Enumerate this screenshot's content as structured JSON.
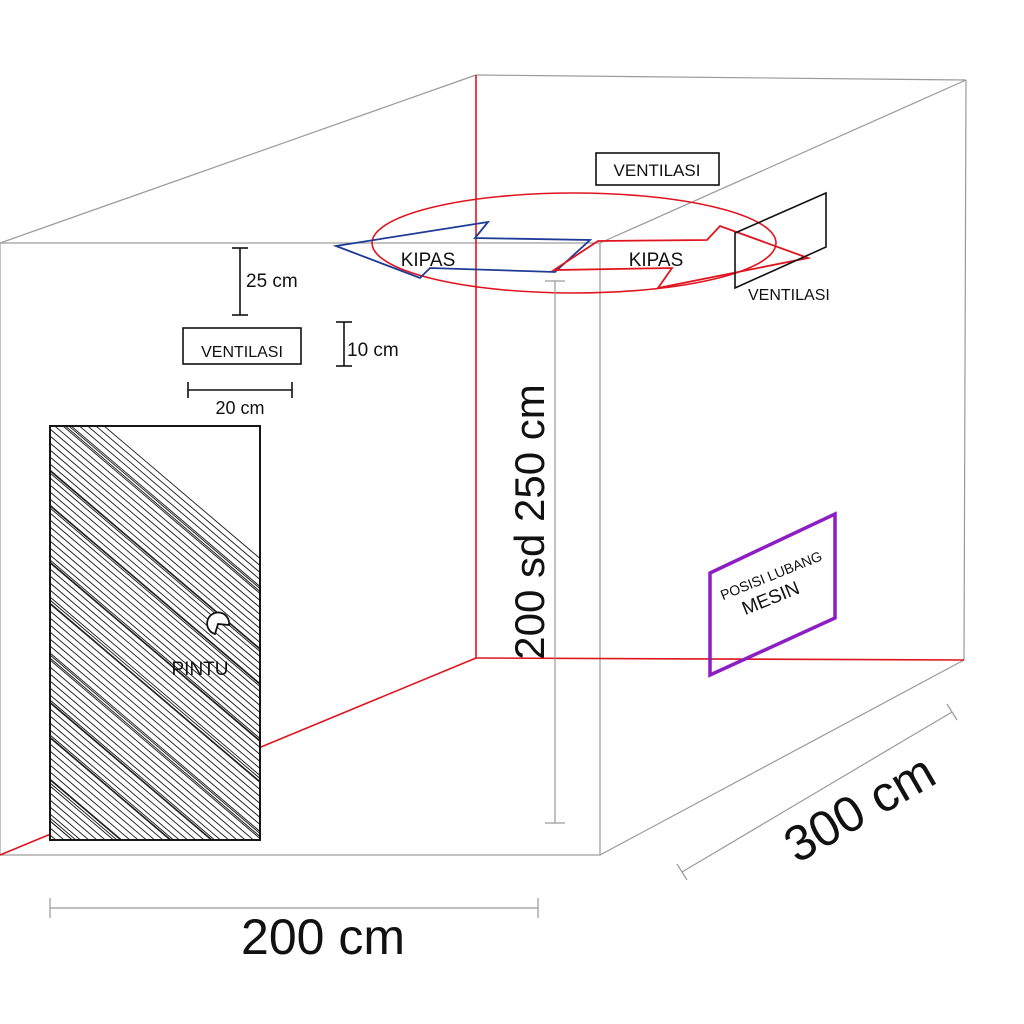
{
  "labels": {
    "ventilasi_top": "VENTILASI",
    "ventilasi_left": "VENTILASI",
    "ventilasi_right": "VENTILASI",
    "kipas_left": "KIPAS",
    "kipas_right": "KIPAS",
    "pintu": "PINTU",
    "posisi_lubang": "POSISI LUBANG",
    "mesin": "MESIN"
  },
  "dimensions": {
    "width": "200 cm",
    "depth": "300 cm",
    "height": "200 sd 250 cm",
    "vent_gap": "25 cm",
    "vent_height": "10 cm",
    "vent_width": "20 cm"
  },
  "colors": {
    "wall_lines": "#9a9a9a",
    "red_lines": "#e0141e",
    "fan_blue": "#1e3c96",
    "machine_purple": "#8c1ec3",
    "black": "#111111"
  }
}
